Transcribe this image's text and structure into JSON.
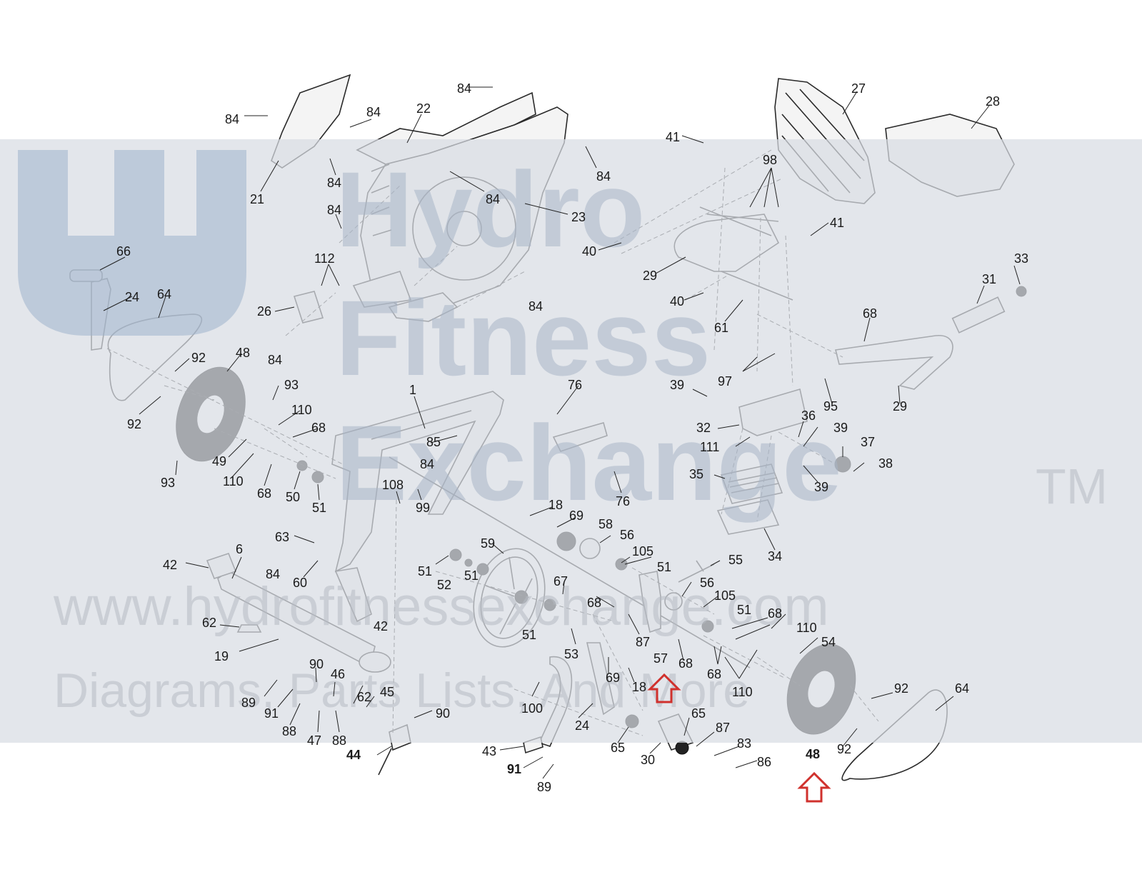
{
  "watermark": {
    "line1": "Hydro",
    "line2": "Fitness",
    "line3": "Exchange",
    "tm": "TM",
    "url": "www.hydrofitnessexchange.com",
    "tagline": "Diagrams, Parts Lists, And More"
  },
  "highlight_color": "#d0312d",
  "callouts": [
    {
      "id": "c84a",
      "text": "84"
    },
    {
      "id": "c84b",
      "text": "84"
    },
    {
      "id": "c84c",
      "text": "84"
    },
    {
      "id": "c84d",
      "text": "84"
    },
    {
      "id": "c84e",
      "text": "84"
    },
    {
      "id": "c84f",
      "text": "84"
    },
    {
      "id": "c84g",
      "text": "84"
    },
    {
      "id": "c84h",
      "text": "84"
    },
    {
      "id": "c84i",
      "text": "84"
    },
    {
      "id": "c84j",
      "text": "84"
    },
    {
      "id": "c84k",
      "text": "84"
    },
    {
      "id": "c22",
      "text": "22"
    },
    {
      "id": "c23",
      "text": "23"
    },
    {
      "id": "c21",
      "text": "21"
    },
    {
      "id": "c27",
      "text": "27"
    },
    {
      "id": "c28",
      "text": "28"
    },
    {
      "id": "c41a",
      "text": "41"
    },
    {
      "id": "c41b",
      "text": "41"
    },
    {
      "id": "c98",
      "text": "98"
    },
    {
      "id": "c40a",
      "text": "40"
    },
    {
      "id": "c40b",
      "text": "40"
    },
    {
      "id": "c29a",
      "text": "29"
    },
    {
      "id": "c29b",
      "text": "29"
    },
    {
      "id": "c33",
      "text": "33"
    },
    {
      "id": "c31",
      "text": "31"
    },
    {
      "id": "c61",
      "text": "61"
    },
    {
      "id": "c68a",
      "text": "68"
    },
    {
      "id": "c97",
      "text": "97"
    },
    {
      "id": "c95",
      "text": "95"
    },
    {
      "id": "c39a",
      "text": "39"
    },
    {
      "id": "c39b",
      "text": "39"
    },
    {
      "id": "c39c",
      "text": "39"
    },
    {
      "id": "c32",
      "text": "32"
    },
    {
      "id": "c36",
      "text": "36"
    },
    {
      "id": "c37",
      "text": "37"
    },
    {
      "id": "c111",
      "text": "111"
    },
    {
      "id": "c35",
      "text": "35"
    },
    {
      "id": "c38",
      "text": "38"
    },
    {
      "id": "c34",
      "text": "34"
    },
    {
      "id": "c66",
      "text": "66"
    },
    {
      "id": "c24a",
      "text": "24"
    },
    {
      "id": "c64a",
      "text": "64"
    },
    {
      "id": "c26",
      "text": "26"
    },
    {
      "id": "c112",
      "text": "112"
    },
    {
      "id": "c92a",
      "text": "92"
    },
    {
      "id": "c48a",
      "text": "48"
    },
    {
      "id": "c92b",
      "text": "92"
    },
    {
      "id": "c93a",
      "text": "93"
    },
    {
      "id": "c110a",
      "text": "110"
    },
    {
      "id": "c68b",
      "text": "68"
    },
    {
      "id": "c49",
      "text": "49"
    },
    {
      "id": "c110b",
      "text": "110"
    },
    {
      "id": "c68c",
      "text": "68"
    },
    {
      "id": "c50",
      "text": "50"
    },
    {
      "id": "c51a",
      "text": "51"
    },
    {
      "id": "c93b",
      "text": "93"
    },
    {
      "id": "c1",
      "text": "1"
    },
    {
      "id": "c85",
      "text": "85"
    },
    {
      "id": "c76a",
      "text": "76"
    },
    {
      "id": "c76b",
      "text": "76"
    },
    {
      "id": "c108",
      "text": "108"
    },
    {
      "id": "c99",
      "text": "99"
    },
    {
      "id": "c18a",
      "text": "18"
    },
    {
      "id": "c69a",
      "text": "69"
    },
    {
      "id": "c58",
      "text": "58"
    },
    {
      "id": "c56a",
      "text": "56"
    },
    {
      "id": "c105a",
      "text": "105"
    },
    {
      "id": "c51b",
      "text": "51"
    },
    {
      "id": "c63",
      "text": "63"
    },
    {
      "id": "c42a",
      "text": "42"
    },
    {
      "id": "c6",
      "text": "6"
    },
    {
      "id": "c60",
      "text": "60"
    },
    {
      "id": "c59",
      "text": "59"
    },
    {
      "id": "c51c",
      "text": "51"
    },
    {
      "id": "c52",
      "text": "52"
    },
    {
      "id": "c51d",
      "text": "51"
    },
    {
      "id": "c55",
      "text": "55"
    },
    {
      "id": "c56b",
      "text": "56"
    },
    {
      "id": "c105b",
      "text": "105"
    },
    {
      "id": "c51e",
      "text": "51"
    },
    {
      "id": "c68d",
      "text": "68"
    },
    {
      "id": "c67",
      "text": "67"
    },
    {
      "id": "c68e",
      "text": "68"
    },
    {
      "id": "c62a",
      "text": "62"
    },
    {
      "id": "c42b",
      "text": "42"
    },
    {
      "id": "c19",
      "text": "19"
    },
    {
      "id": "c51f",
      "text": "51"
    },
    {
      "id": "c53",
      "text": "53"
    },
    {
      "id": "c87a",
      "text": "87"
    },
    {
      "id": "c57",
      "text": "57"
    },
    {
      "id": "c68f",
      "text": "68"
    },
    {
      "id": "c110c",
      "text": "110"
    },
    {
      "id": "c54",
      "text": "54"
    },
    {
      "id": "c68g",
      "text": "68"
    },
    {
      "id": "c110d",
      "text": "110"
    },
    {
      "id": "c69b",
      "text": "69"
    },
    {
      "id": "c18b",
      "text": "18"
    },
    {
      "id": "c90a",
      "text": "90"
    },
    {
      "id": "c46",
      "text": "46"
    },
    {
      "id": "c89a",
      "text": "89"
    },
    {
      "id": "c62b",
      "text": "62"
    },
    {
      "id": "c45",
      "text": "45"
    },
    {
      "id": "c91a",
      "text": "91"
    },
    {
      "id": "c90b",
      "text": "90"
    },
    {
      "id": "c100",
      "text": "100"
    },
    {
      "id": "c88a",
      "text": "88"
    },
    {
      "id": "c47",
      "text": "47"
    },
    {
      "id": "c88b",
      "text": "88"
    },
    {
      "id": "c24b",
      "text": "24"
    },
    {
      "id": "c65a",
      "text": "65"
    },
    {
      "id": "c87b",
      "text": "87"
    },
    {
      "id": "c92c",
      "text": "92"
    },
    {
      "id": "c64b",
      "text": "64"
    },
    {
      "id": "c44",
      "text": "44"
    },
    {
      "id": "c43",
      "text": "43"
    },
    {
      "id": "c65b",
      "text": "65"
    },
    {
      "id": "c30",
      "text": "30"
    },
    {
      "id": "c83",
      "text": "83"
    },
    {
      "id": "c86",
      "text": "86"
    },
    {
      "id": "c92d",
      "text": "92"
    },
    {
      "id": "c48b",
      "text": "48"
    },
    {
      "id": "c91b",
      "text": "91"
    },
    {
      "id": "c89b",
      "text": "89"
    }
  ]
}
